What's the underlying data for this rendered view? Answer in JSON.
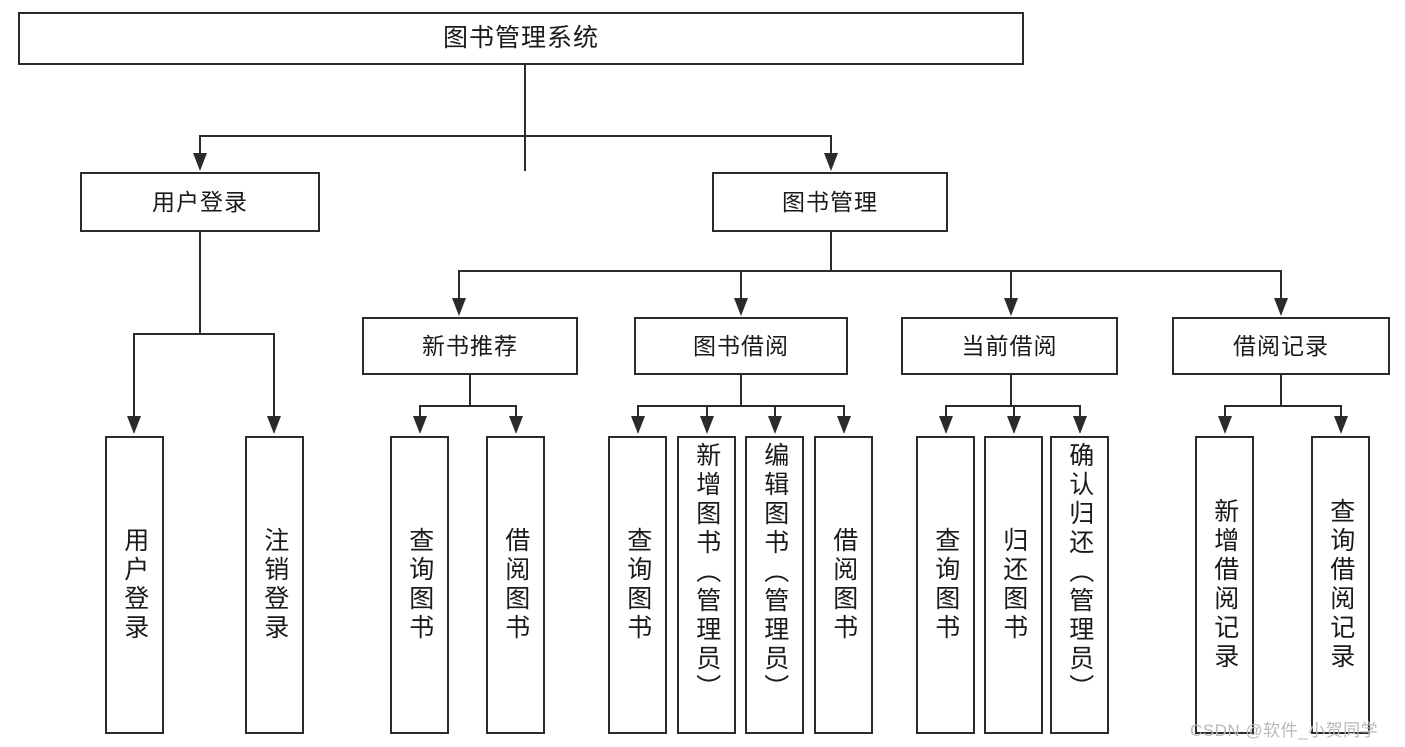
{
  "diagram": {
    "type": "tree-hierarchy-functional-decomposition",
    "root": {
      "label": "图书管理系统"
    },
    "level2": [
      {
        "label": "用户登录"
      },
      {
        "label": "图书管理"
      }
    ],
    "level3": [
      {
        "label": "新书推荐"
      },
      {
        "label": "图书借阅"
      },
      {
        "label": "当前借阅"
      },
      {
        "label": "借阅记录"
      }
    ],
    "leaves": {
      "login": [
        {
          "label": "用户登录"
        },
        {
          "label": "注销登录"
        }
      ],
      "newbook": [
        {
          "label": "查询图书"
        },
        {
          "label": "借阅图书"
        }
      ],
      "borrow": [
        {
          "label": "查询图书"
        },
        {
          "label": "新增图书（管理员）"
        },
        {
          "label": "编辑图书（管理员）"
        },
        {
          "label": "借阅图书"
        }
      ],
      "current": [
        {
          "label": "查询图书"
        },
        {
          "label": "归还图书"
        },
        {
          "label": "确认归还（管理员）"
        }
      ],
      "record": [
        {
          "label": "新增借阅记录"
        },
        {
          "label": "查询借阅记录"
        }
      ]
    }
  },
  "watermark": {
    "text": "CSDN @软件_小贺同学"
  },
  "colors": {
    "stroke": "#2b2b2b",
    "background": "#ffffff",
    "text": "#1a1a1a",
    "watermark": "#b9b9b9"
  }
}
